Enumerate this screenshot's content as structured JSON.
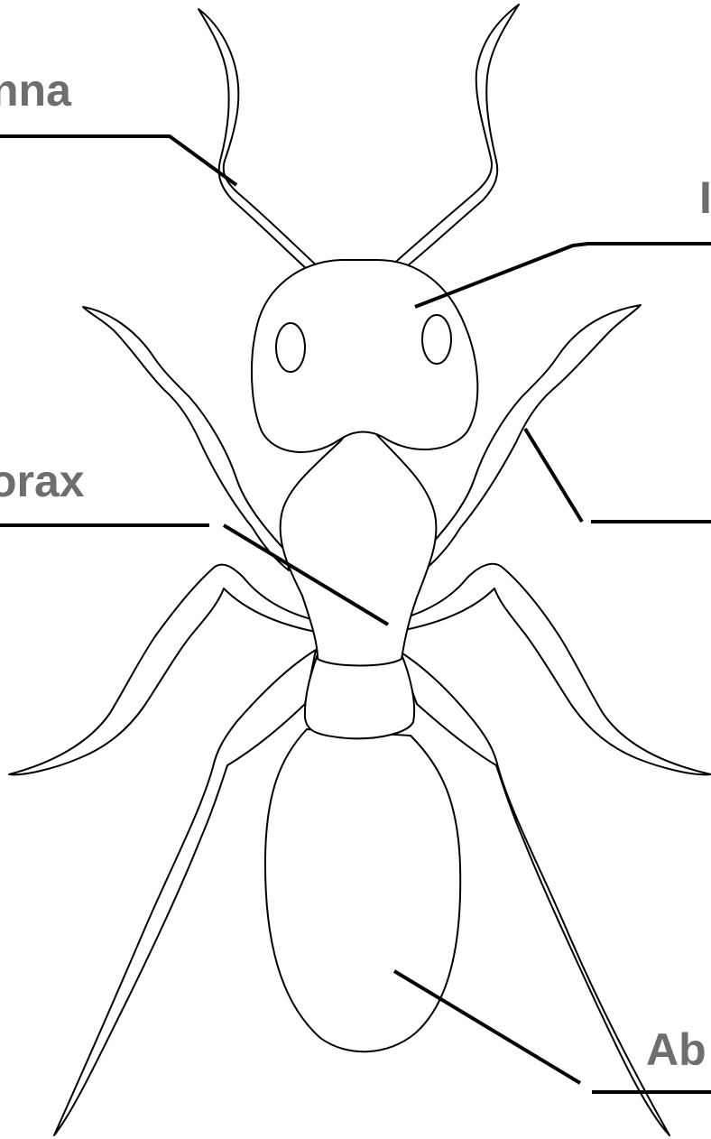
{
  "diagram": {
    "labels": {
      "antenna": "nna",
      "head": "I",
      "thorax": "orax",
      "abdomen": "Ab"
    }
  }
}
